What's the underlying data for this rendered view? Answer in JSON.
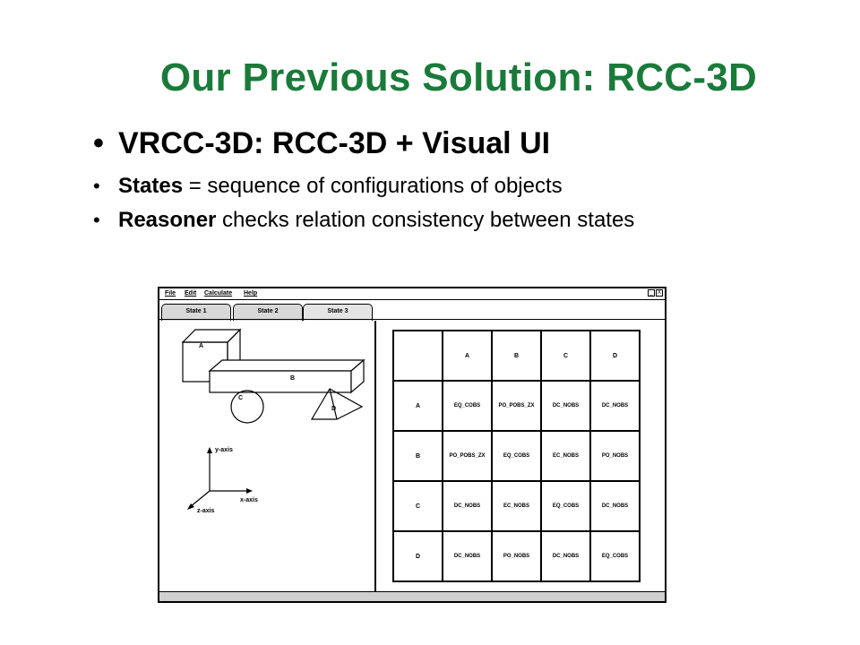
{
  "slide": {
    "title": "Our Previous Solution: RCC-3D",
    "bullets": [
      {
        "text": "VRCC-3D: RCC-3D + Visual UI"
      },
      {
        "bold": "States",
        "rest": " = sequence of configurations of objects"
      },
      {
        "bold": "Reasoner",
        "rest": " checks relation consistency between states"
      }
    ],
    "bullet_glyph": "•"
  },
  "app": {
    "menu": [
      "File",
      "Edit",
      "Calculate",
      "Help"
    ],
    "window_buttons": [
      "_",
      "X"
    ],
    "tabs": [
      "State 1",
      "State 2",
      "State 3"
    ],
    "active_tab": "State 3",
    "scene": {
      "objects": [
        "A",
        "B",
        "C",
        "D"
      ],
      "axes": {
        "y": "y-axis",
        "x": "x-axis",
        "z": "z-axis"
      }
    },
    "relations": {
      "columns": [
        "A",
        "B",
        "C",
        "D"
      ],
      "rows": [
        {
          "label": "A",
          "cells": [
            "EQ_COBS",
            "PO_POBS_ZX",
            "DC_NOBS",
            "DC_NOBS"
          ]
        },
        {
          "label": "B",
          "cells": [
            "PO_POBS_ZX",
            "EQ_COBS",
            "EC_NOBS",
            "PO_NOBS"
          ]
        },
        {
          "label": "C",
          "cells": [
            "DC_NOBS",
            "EC_NOBS",
            "EQ_COBS",
            "DC_NOBS"
          ]
        },
        {
          "label": "D",
          "cells": [
            "DC_NOBS",
            "PO_NOBS",
            "DC_NOBS",
            "EQ_COBS"
          ]
        }
      ]
    }
  },
  "colors": {
    "title": "#1a7a3a",
    "tab_bg": "#d8d8d8",
    "status_bg": "#cfcfcf"
  }
}
